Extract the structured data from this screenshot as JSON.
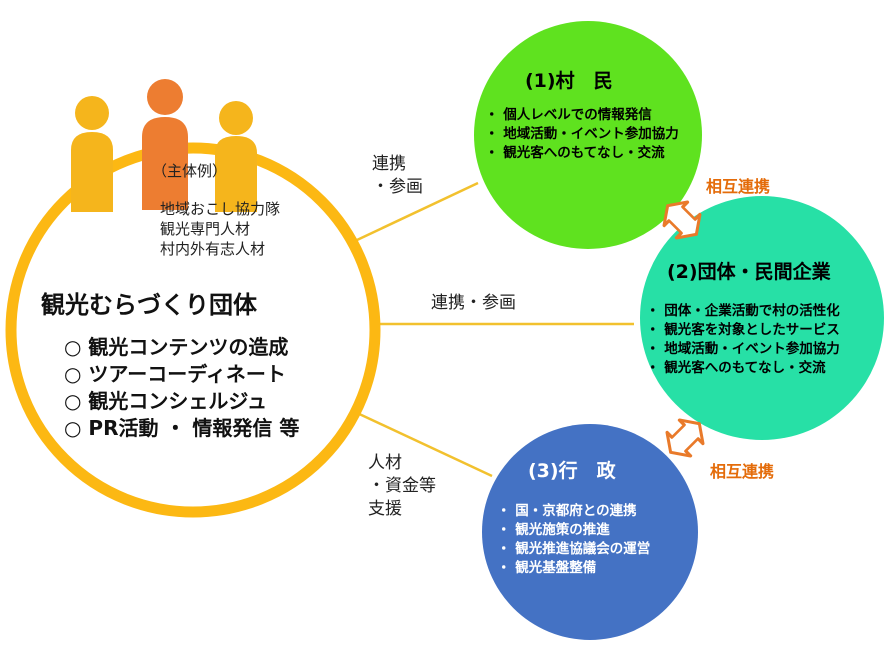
{
  "main_group": {
    "example_label": "（主体例）",
    "examples": [
      "地域おこし協力隊",
      "観光専門人材",
      "村内外有志人材"
    ],
    "title": "観光むらづくり団体",
    "activities": [
      "○ 観光コンテンツの造成",
      "○ ツアーコーディネート",
      "○ 観光コンシェルジュ",
      "○ PR活動 ・ 情報発信 等"
    ]
  },
  "connectors": {
    "villagers": [
      "連携",
      "・参画"
    ],
    "companies": [
      "連携・参画"
    ],
    "government": [
      "人材",
      "・資金等",
      "支援"
    ]
  },
  "nodes": {
    "villagers": {
      "title": "(1)村　民",
      "items": [
        "・ 個人レベルでの情報発信",
        "・ 地域活動・イベント参加協力",
        "・ 観光客へのもてなし・交流"
      ]
    },
    "companies": {
      "title": "(2)団体・民間企業",
      "items": [
        "・ 団体・企業活動で村の活性化",
        "・ 観光客を対象としたサービス",
        "・ 地域活動・イベント参加協力",
        "・ 観光客へのもてなし・交流"
      ]
    },
    "government": {
      "title": "(3)行　政",
      "items": [
        "・ 国・京都府との連携",
        "・ 観光施策の推進",
        "・ 観光推進協議会の運営",
        "・ 観光基盤整備"
      ]
    }
  },
  "mutual_labels": [
    "相互連携",
    "相互連携"
  ],
  "colors": {
    "ring": "#fcb813",
    "person_side": "#f5b51c",
    "person_center": "#ed7d31",
    "connector_line": "#f2c12e",
    "villagers_fill": "#5fe21f",
    "companies_fill": "#27e0a6",
    "government_fill": "#4472c4",
    "mutual_text": "#e46c0a",
    "arrow_fill": "#ffffff",
    "arrow_stroke": "#e97a2a"
  }
}
